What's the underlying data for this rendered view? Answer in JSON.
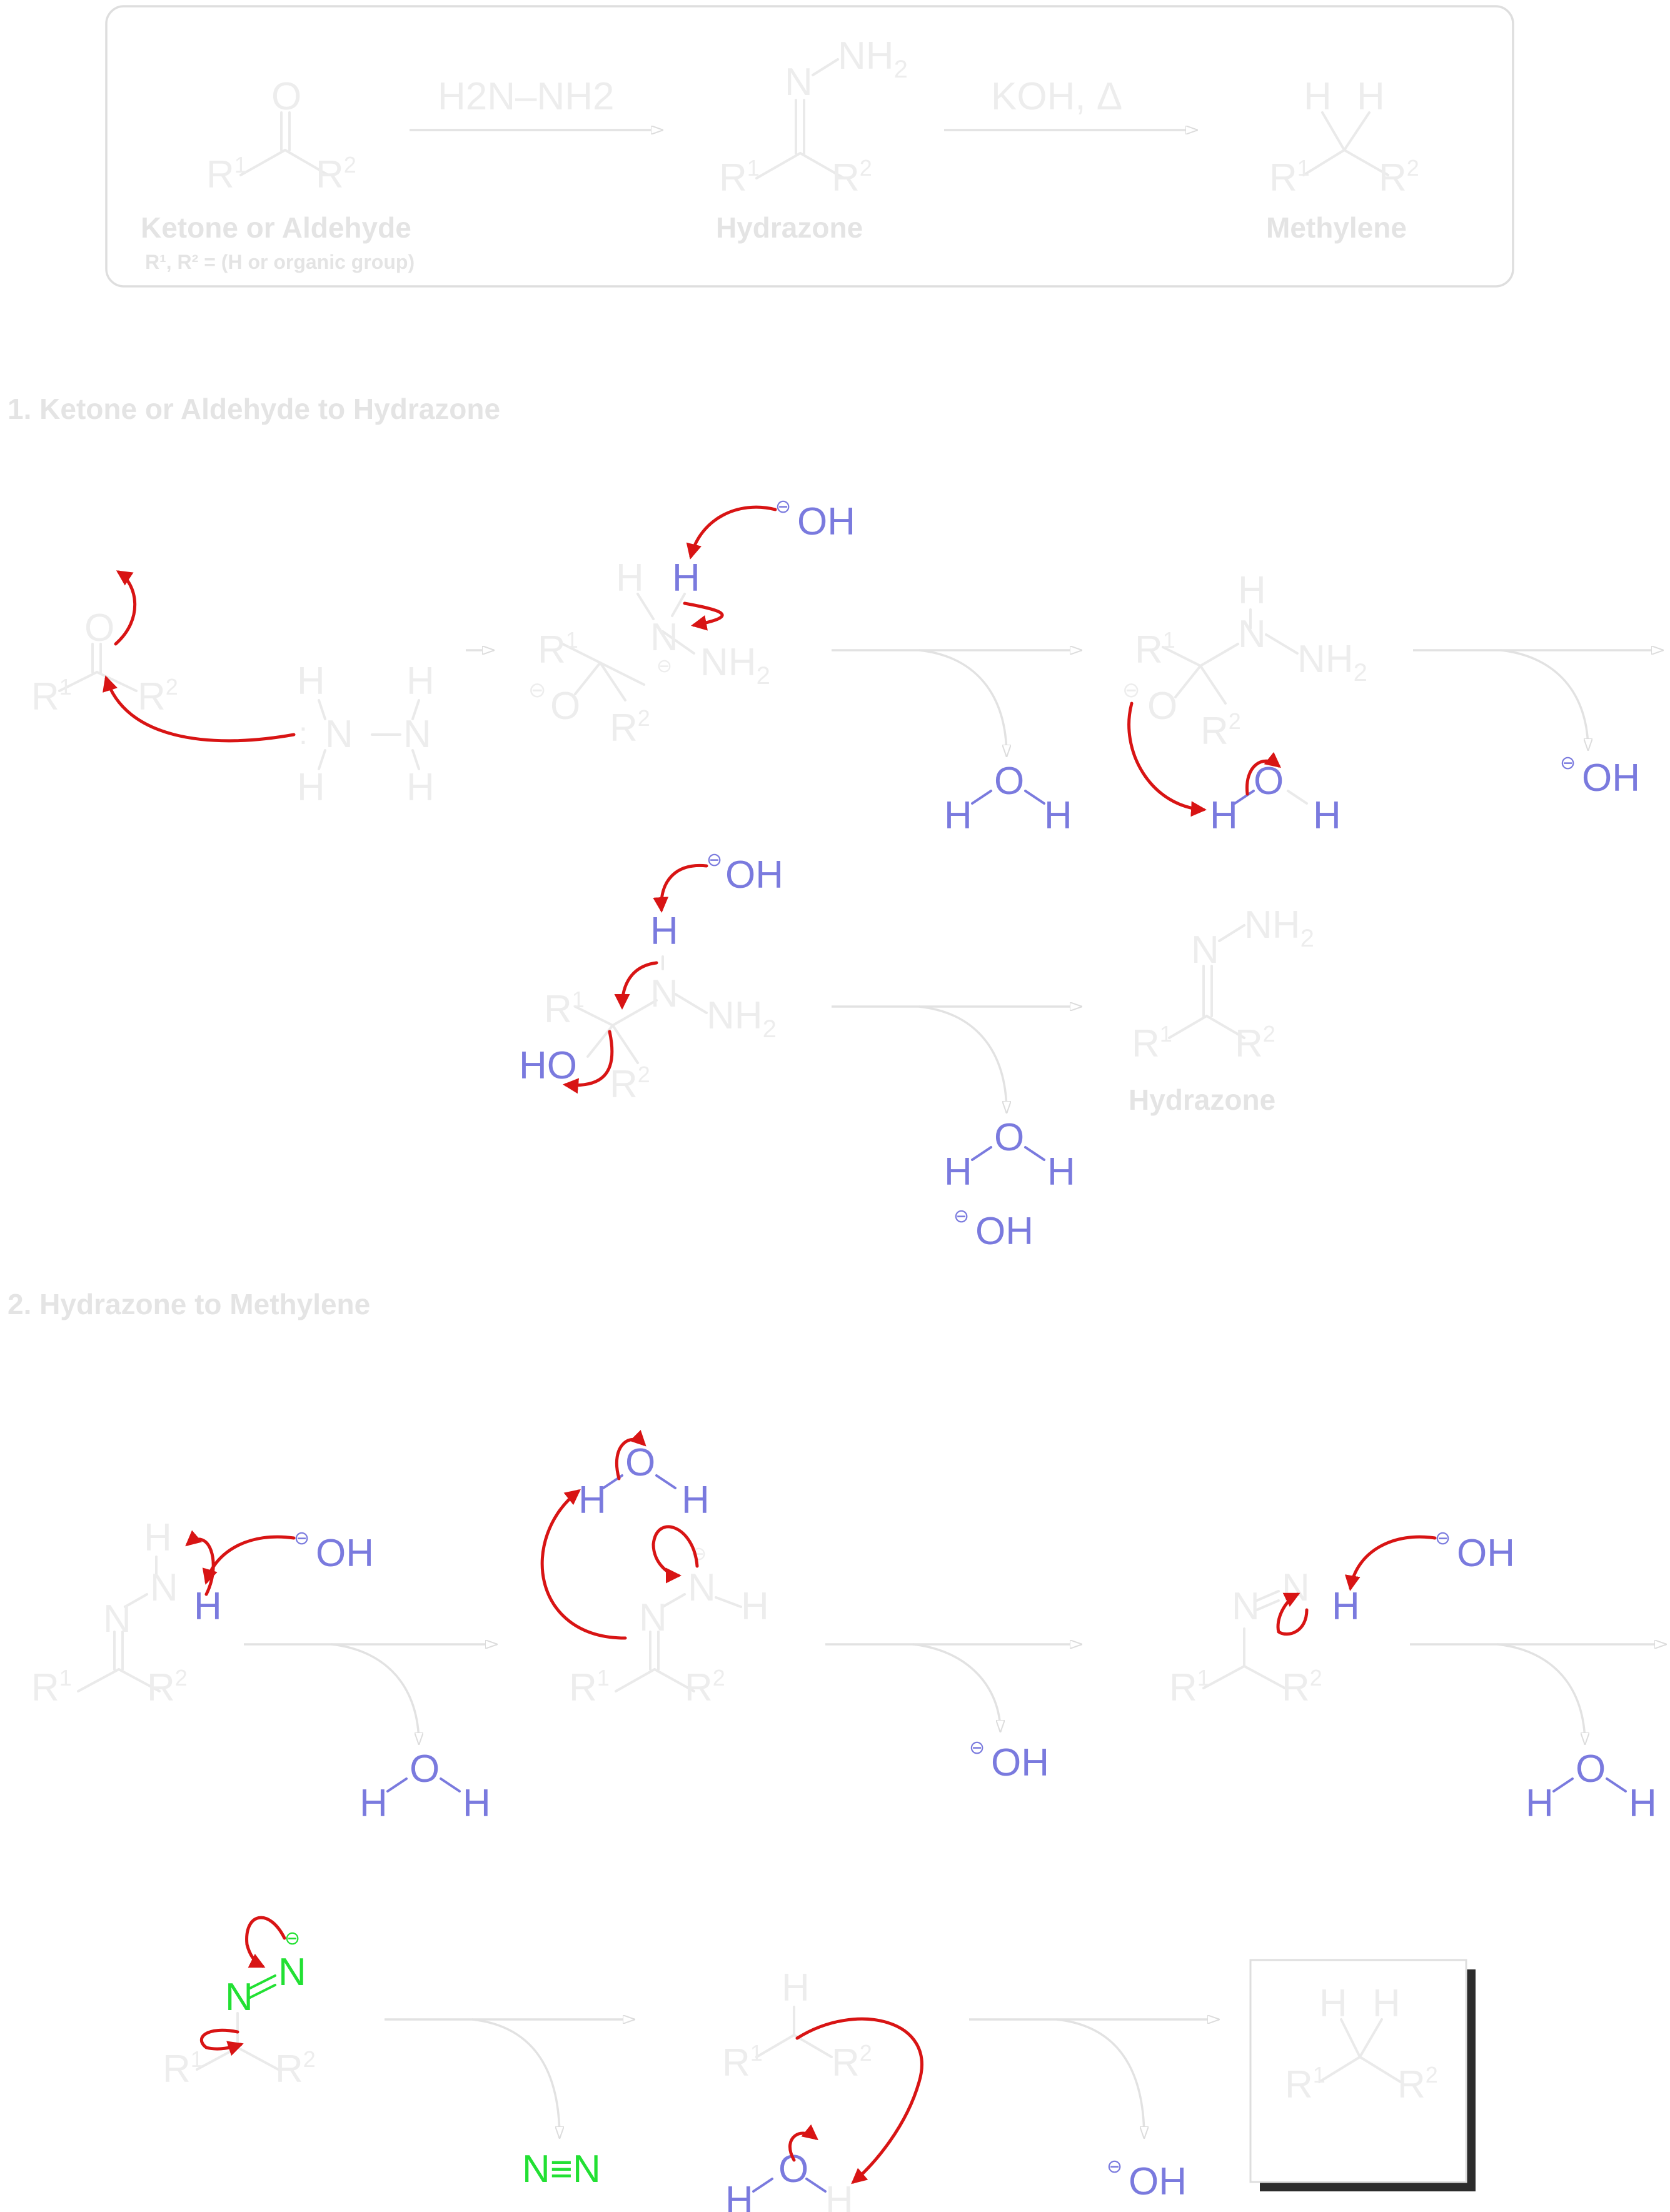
{
  "overview": {
    "reagent1": "H2N–NH2",
    "reagent2": "KOH, Δ",
    "ketone_label": "Ketone or Aldehyde",
    "ketone_note": "R¹, R² = (H or organic group)",
    "hydrazone_label": "Hydrazone",
    "methylene_label": "Methylene"
  },
  "atoms": {
    "O": "O",
    "N": "N",
    "H": "H",
    "R1": "R",
    "R2": "R",
    "sup1": "1",
    "sup2": "2",
    "NH2": "NH",
    "sub2": "2",
    "OH": "OH",
    "HO": "HO",
    "minus": "⊖",
    "lonepair": ":",
    "N2": "N≡N"
  },
  "section1": {
    "title": "1. Ketone or Aldehyde to Hydrazone",
    "product_label": "Hydrazone"
  },
  "section2": {
    "title": "2. Hydrazone to Methylene"
  },
  "colors": {
    "gray": "#ededed",
    "blue": "#7a7ade",
    "red": "#d81414",
    "green": "#22e033"
  }
}
